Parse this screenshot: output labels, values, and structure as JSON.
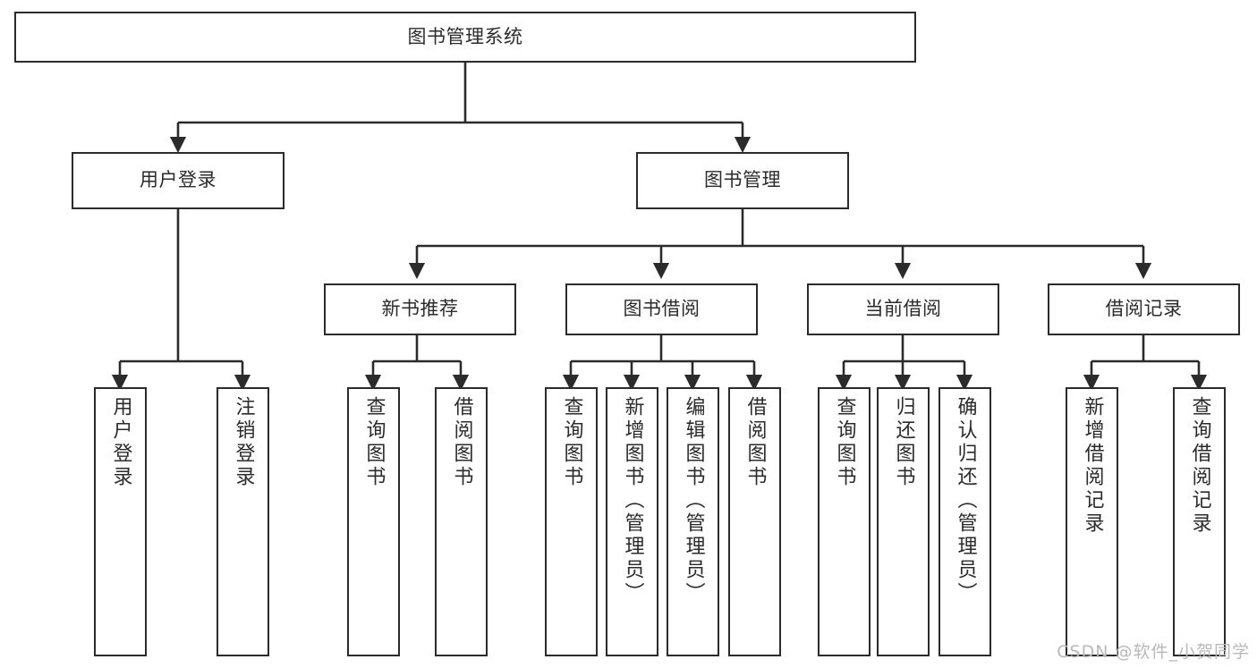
{
  "diagram": {
    "title": "图书管理系统",
    "watermark": "CSDN @软件_小贺同学",
    "colors": {
      "stroke": "#2b2b2b",
      "fill": "#ffffff",
      "watermark": "#b9b9b9"
    },
    "nodes": {
      "root": {
        "label": "图书管理系统"
      },
      "level2": [
        {
          "id": "user-login",
          "label": "用户登录"
        },
        {
          "id": "book-manage",
          "label": "图书管理"
        }
      ],
      "level3": [
        {
          "id": "new-book-recommend",
          "label": "新书推荐"
        },
        {
          "id": "book-borrow",
          "label": "图书借阅"
        },
        {
          "id": "current-borrow",
          "label": "当前借阅"
        },
        {
          "id": "borrow-record",
          "label": "借阅记录"
        }
      ],
      "leaves": {
        "user-login": [
          {
            "id": "leaf-user-login",
            "label": "用户登录"
          },
          {
            "id": "leaf-logout-login",
            "label": "注销登录"
          }
        ],
        "new-book-recommend": [
          {
            "id": "leaf-query-book-1",
            "label": "查询图书"
          },
          {
            "id": "leaf-borrow-book-1",
            "label": "借阅图书"
          }
        ],
        "book-borrow": [
          {
            "id": "leaf-query-book-2",
            "label": "查询图书"
          },
          {
            "id": "leaf-add-book",
            "label": "新增图书（管理员）"
          },
          {
            "id": "leaf-edit-book",
            "label": "编辑图书（管理员）"
          },
          {
            "id": "leaf-borrow-book-2",
            "label": "借阅图书"
          }
        ],
        "current-borrow": [
          {
            "id": "leaf-query-book-3",
            "label": "查询图书"
          },
          {
            "id": "leaf-return-book",
            "label": "归还图书"
          },
          {
            "id": "leaf-confirm-return",
            "label": "确认归还（管理员）"
          }
        ],
        "borrow-record": [
          {
            "id": "leaf-add-record",
            "label": "新增借阅记录"
          },
          {
            "id": "leaf-query-record",
            "label": "查询借阅记录"
          }
        ]
      }
    }
  }
}
